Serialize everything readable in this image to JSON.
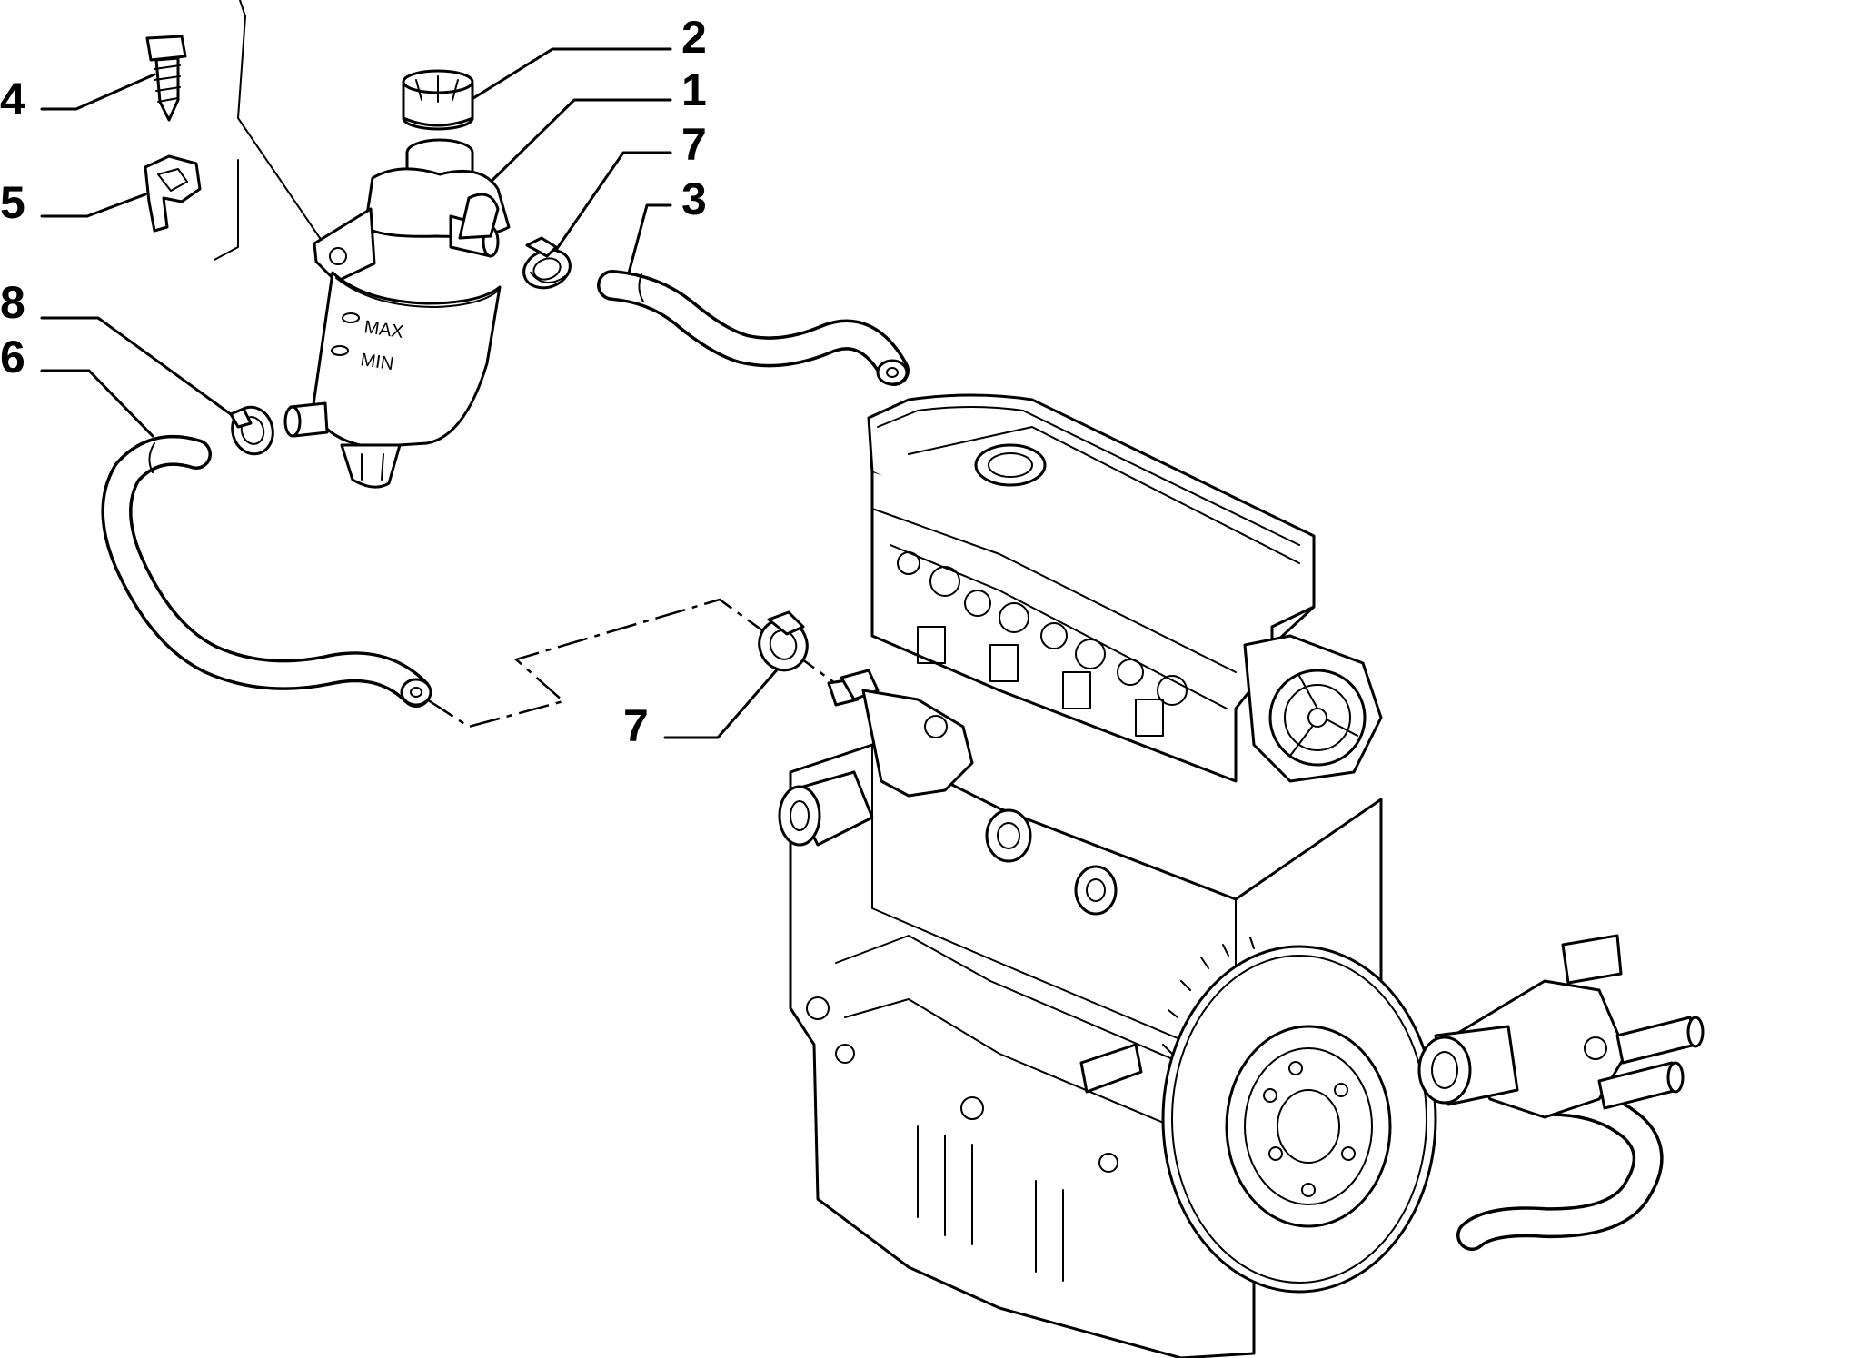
{
  "callouts": {
    "c1": "1",
    "c2": "2",
    "c3": "3",
    "c4": "4",
    "c5": "5",
    "c6": "6",
    "c7a": "7",
    "c7b": "7",
    "c8": "8"
  },
  "tank_marks": {
    "max": "MAX",
    "min": "MIN"
  }
}
